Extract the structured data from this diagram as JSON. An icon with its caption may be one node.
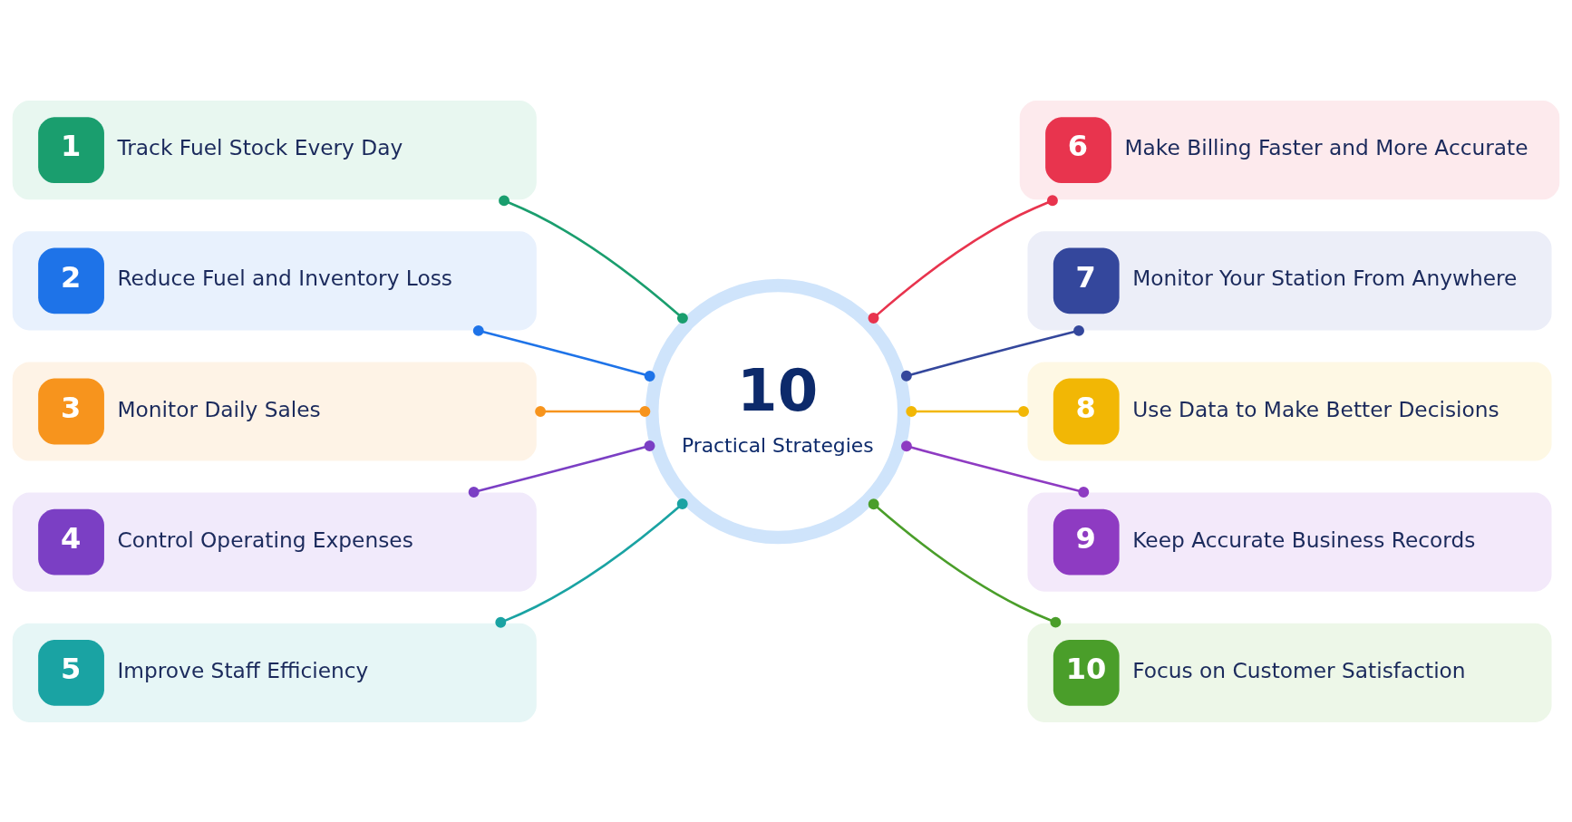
{
  "diagram": {
    "nodes": [
      {
        "text": [
          "10",
          "Practical Strategies"
        ]
      },
      {
        "text": [
          "1",
          "Track Fuel Stock Every Day"
        ]
      },
      {
        "text": [
          "2",
          "Reduce Fuel and Inventory Loss"
        ]
      },
      {
        "text": [
          "3",
          "Monitor Daily Sales"
        ]
      },
      {
        "text": [
          "4",
          "Control Operating Expenses"
        ]
      },
      {
        "text": [
          "5",
          "Improve Staff Efficiency"
        ]
      },
      {
        "text": [
          "6",
          "Make Billing Faster and More Accurate"
        ]
      },
      {
        "text": [
          "7",
          "Monitor Your Station From Anywhere"
        ]
      },
      {
        "text": [
          "8",
          "Use Data to Make Better Decisions"
        ]
      },
      {
        "text": [
          "9",
          "Keep Accurate Business Records"
        ]
      },
      {
        "text": [
          "10",
          "Focus on Customer Satisfaction"
        ]
      }
    ],
    "edges": [
      {
        "from": 1,
        "to": 0,
        "arrow": "other",
        "color": "#1a9e6e"
      },
      {
        "from": 2,
        "to": 0,
        "arrow": "other",
        "color": "#1e73e8"
      },
      {
        "from": 3,
        "to": 0,
        "arrow": "other",
        "color": "#f7941d"
      },
      {
        "from": 4,
        "to": 0,
        "arrow": "other",
        "color": "#7b3fc4"
      },
      {
        "from": 5,
        "to": 0,
        "arrow": "other",
        "color": "#1aa3a3"
      },
      {
        "from": 0,
        "to": 6,
        "arrow": "other",
        "color": "#e8344e"
      },
      {
        "from": 0,
        "to": 7,
        "arrow": "other",
        "color": "#34479c"
      },
      {
        "from": 0,
        "to": 8,
        "arrow": "other",
        "color": "#f2b705"
      },
      {
        "from": 0,
        "to": 9,
        "arrow": "other",
        "color": "#8e3bc2"
      },
      {
        "from": 0,
        "to": 10,
        "arrow": "other",
        "color": "#4a9e2a"
      }
    ]
  }
}
